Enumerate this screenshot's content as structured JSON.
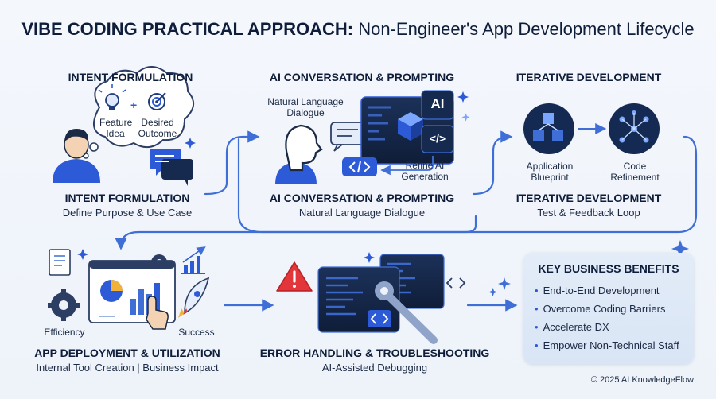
{
  "title": {
    "bold": "VIBE CODING PRACTICAL APPROACH:",
    "regular": "Non-Engineer's App Development Lifecycle"
  },
  "stages": {
    "intent": {
      "top_title": "INTENT FORMULATION",
      "thought_left": "Feature Idea",
      "thought_right": "Desired Outcome",
      "plus": "+",
      "heading": "INTENT FORMULATION",
      "subtitle": "Define Purpose & Use Case"
    },
    "ai": {
      "top_title": "AI CONVERSATION & PROMPTING",
      "dialogue_label": "Natural Language Dialogue",
      "ai_badge": "AI",
      "code_badge": "</>",
      "refine_label": "Refine AI Generation",
      "heading": "AI CONVERSATION & PROMPTING",
      "subtitle": "Natural Language Dialogue"
    },
    "iterative": {
      "top_title": "ITERATIVE DEVELOPMENT",
      "blueprint_label": "Application Blueprint",
      "refinement_label": "Code Refinement",
      "heading": "ITERATIVE DEVELOPMENT",
      "subtitle": "Test & Feedback Loop"
    },
    "deployment": {
      "efficiency_label": "Efficiency",
      "success_label": "Success",
      "heading": "APP DEPLOYMENT & UTILIZATION",
      "subtitle": "Internal Tool Creation | Business Impact"
    },
    "error": {
      "heading": "ERROR HANDLING & TROUBLESHOOTING",
      "subtitle": "AI-Assisted Debugging"
    }
  },
  "benefits": {
    "heading": "KEY BUSINESS BENEFITS",
    "items": [
      "End-to-End Development",
      "Overcome Coding Barriers",
      "Accelerate DX",
      "Empower Non-Technical Staff"
    ]
  },
  "footer": "© 2025 AI KnowledgeFlow",
  "colors": {
    "navy": "#0e1d3a",
    "accent_blue": "#2d5bd8",
    "dark_screen": "#14233f",
    "arrow": "#3f6fd6",
    "alert_red": "#e2363b",
    "gold": "#f2b23a"
  }
}
